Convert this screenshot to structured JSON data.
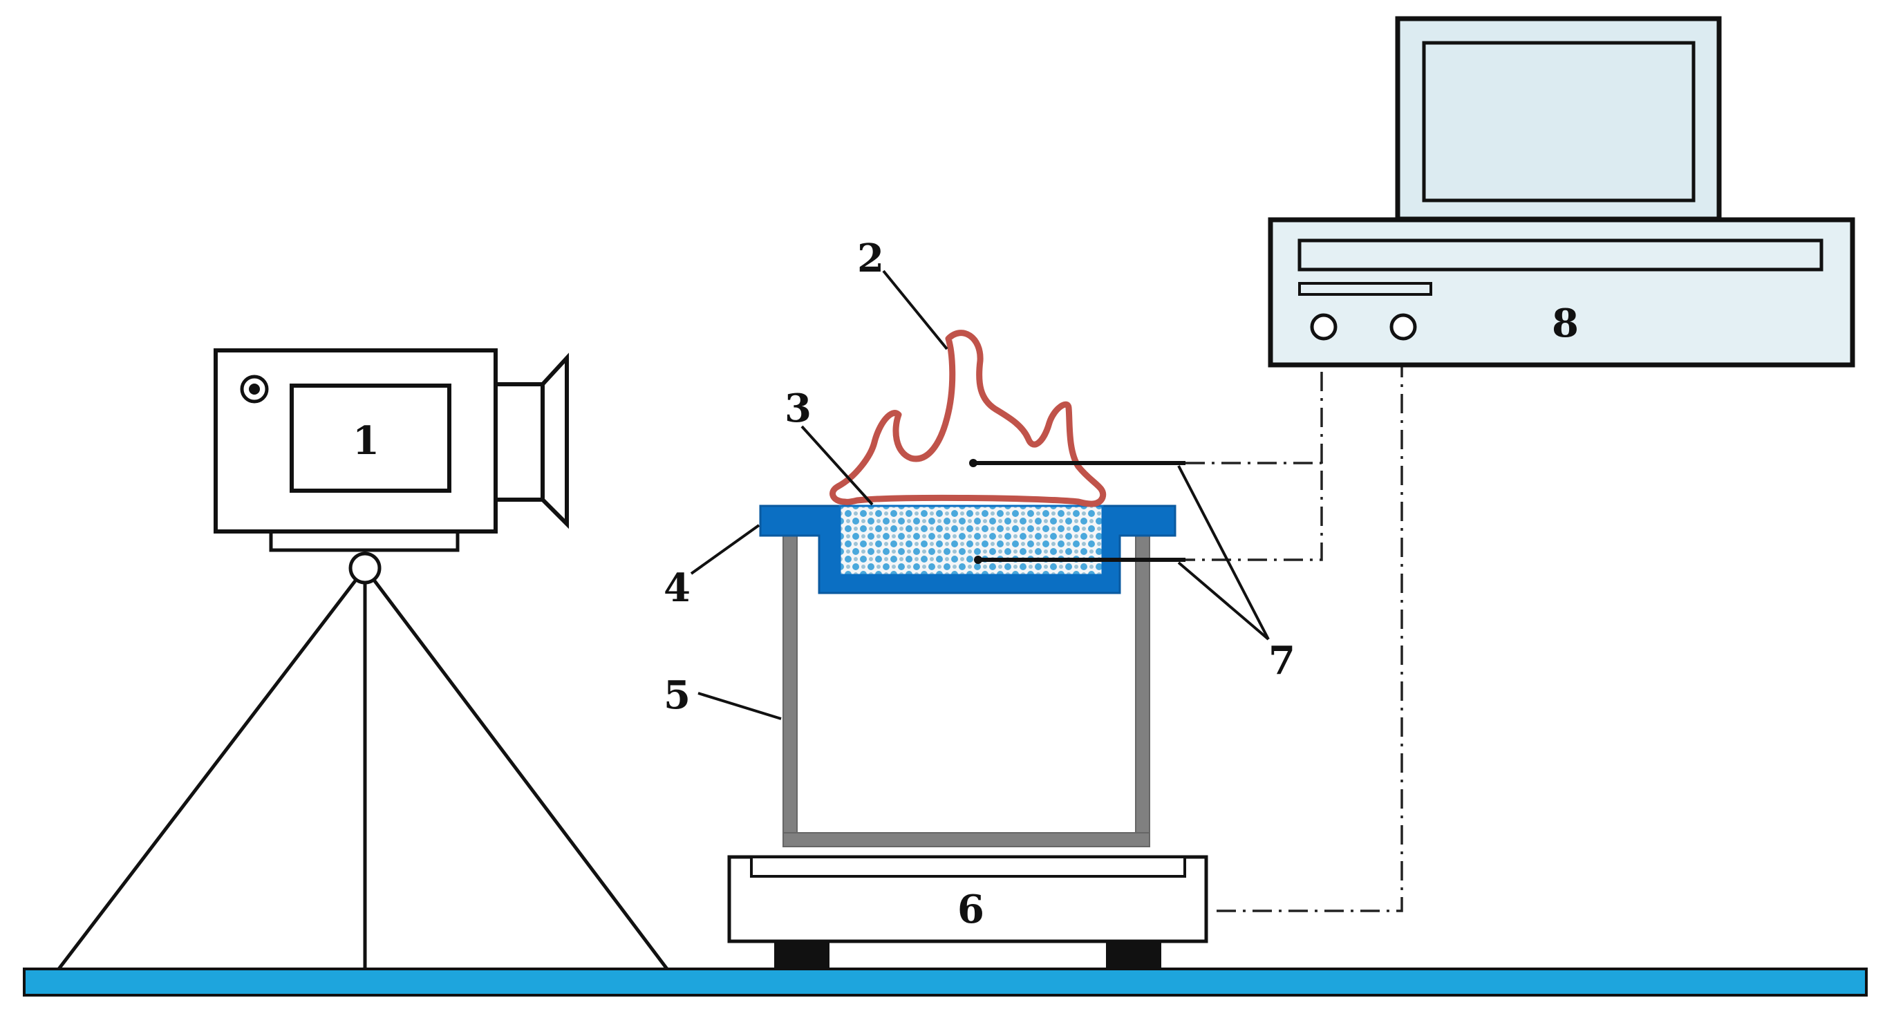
{
  "labels": {
    "camera": "1",
    "flame": "2",
    "fuel": "3",
    "tray": "4",
    "stand": "5",
    "scale": "6",
    "thermocouples": "7",
    "computer": "8"
  },
  "colors": {
    "ground": "#1ea5dd",
    "tray": "#0b6fc3",
    "flame": "#c0534a",
    "stand": "#808080",
    "screen": "#dcebf1",
    "computer_body": "#e4f0f4",
    "fuel_dots": "#4aa8dc",
    "outline": "#111111"
  },
  "icons": {
    "camera": "video-camera-icon",
    "tripod": "tripod-icon",
    "flame": "flame-icon",
    "computer": "computer-icon"
  }
}
